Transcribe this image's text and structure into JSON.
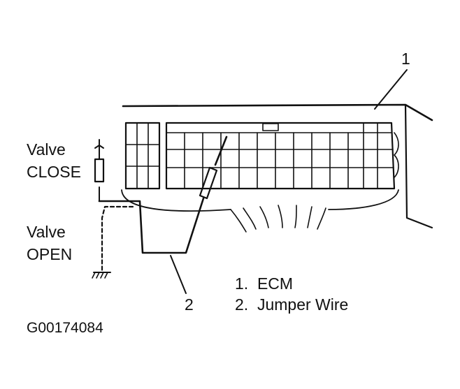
{
  "diagram": {
    "labels": {
      "valve_close_line1": "Valve",
      "valve_close_line2": "CLOSE",
      "valve_open_line1": "Valve",
      "valve_open_line2": "OPEN"
    },
    "callouts": {
      "ecm": "1",
      "jumper": "2"
    },
    "legend": [
      {
        "text": "1.  ECM"
      },
      {
        "text": "2.  Jumper Wire"
      }
    ],
    "figure_id": "G00174084"
  }
}
